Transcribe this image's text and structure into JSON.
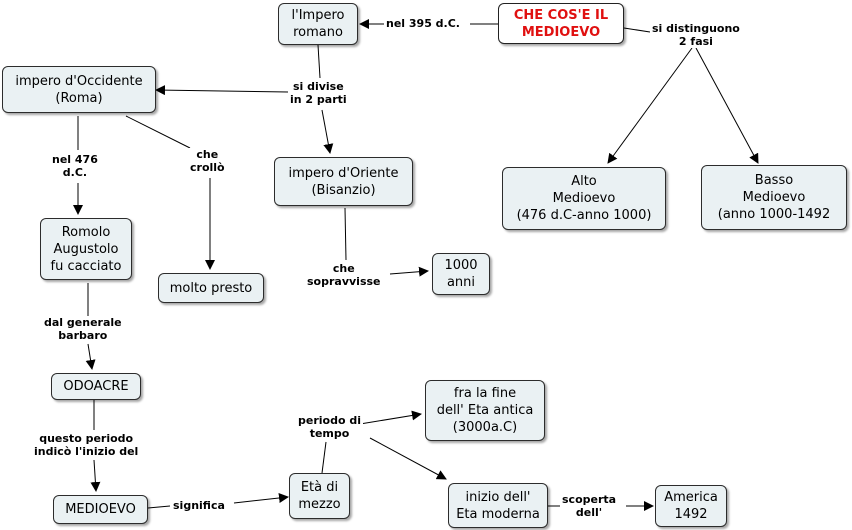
{
  "nodes": {
    "root": "CHE COS'E IL\nMEDIOEVO",
    "impero_romano": "l'Impero\nromano",
    "occidente": "impero d'Occidente\n(Roma)",
    "oriente": "impero d'Oriente\n(Bisanzio)",
    "alto": "Alto\nMedioevo\n(476 d.C-anno 1000)",
    "basso": "Basso\nMedioevo\n(anno 1000-1492",
    "romolo": "Romolo\nAugustolo\nfu cacciato",
    "molto_presto": "molto presto",
    "mille_anni": "1000\nanni",
    "odoacre": "ODOACRE",
    "fine_antica": "fra la fine\ndell' Eta antica\n(3000a.C)",
    "eta_mezzo": "Età di\nmezzo",
    "eta_moderna": "inizio dell'\nEta moderna",
    "america": "America\n1492",
    "medioevo": "MEDIOEVO"
  },
  "labels": {
    "nel_395": "nel 395 d.C.",
    "si_distinguono": "si distinguono\n2 fasi",
    "si_divise": "si divise\nin 2 parti",
    "nel_476": "nel 476\nd.C.",
    "che_crollo": "che\ncrollò",
    "sopravvisse": "che\nsopravvisse",
    "dal_generale": "dal generale\nbarbaro",
    "questo_periodo": "questo periodo\nindicò l'inizio del",
    "periodo_di_tempo": "periodo di\ntempo",
    "significa": "significa",
    "scoperta": "scoperta\ndell'"
  }
}
